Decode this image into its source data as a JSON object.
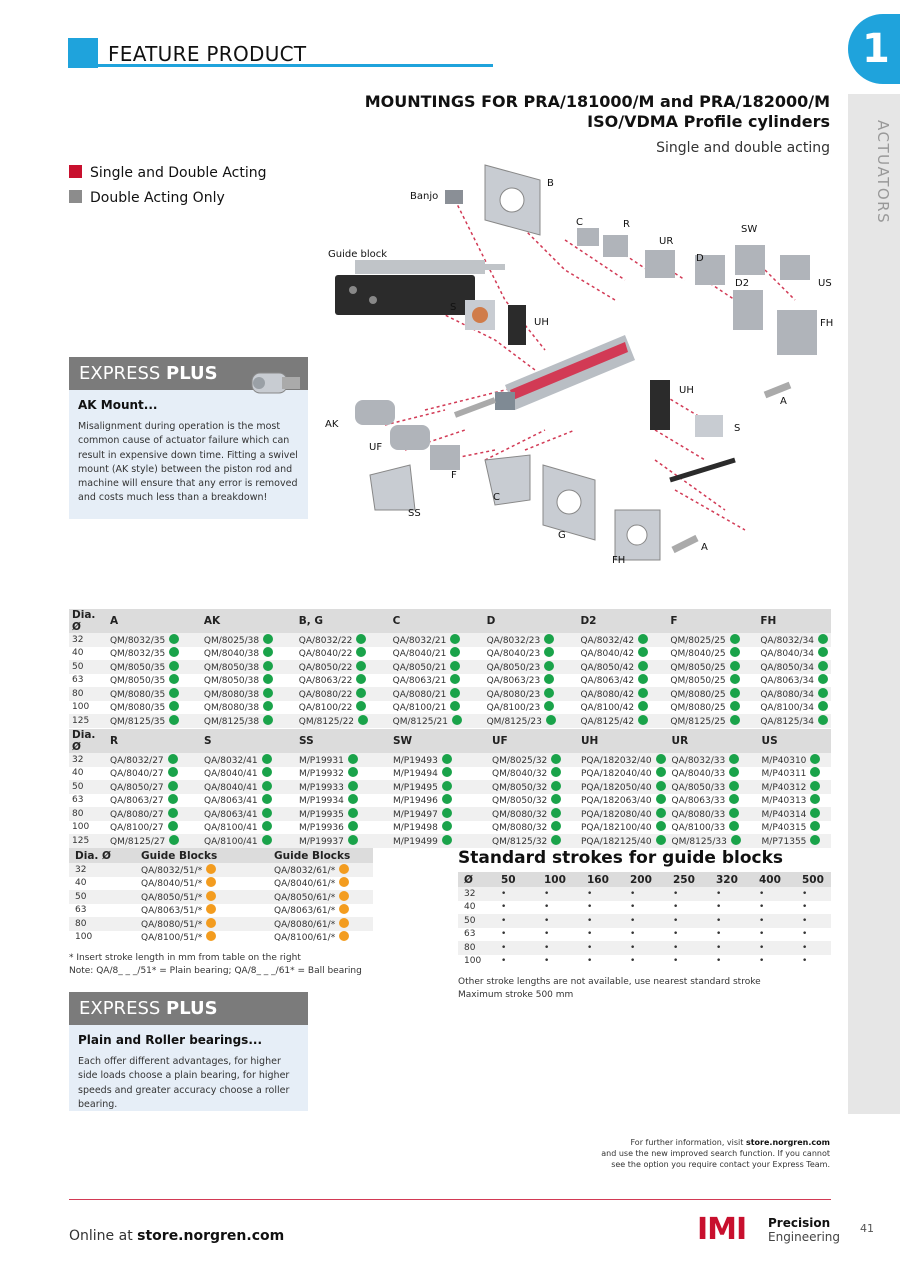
{
  "header": {
    "title": "FEATURE PRODUCT",
    "tab_number": "1",
    "side_label": "ACTUATORS"
  },
  "title": {
    "line1": "MOUNTINGS FOR PRA/181000/M and PRA/182000/M",
    "line2": "ISO/VDMA Profile cylinders",
    "subtitle": "Single and double acting"
  },
  "legend": [
    {
      "label": "Single and Double Acting",
      "color": "#c8102e"
    },
    {
      "label": "Double Acting Only",
      "color": "#8c8c8c"
    }
  ],
  "diagram_labels": {
    "banjo": "Banjo",
    "b": "B",
    "c1": "C",
    "r": "R",
    "ur": "UR",
    "sw": "SW",
    "d": "D",
    "d2": "D2",
    "us": "US",
    "fh1": "FH",
    "guide": "Guide block",
    "s1": "S",
    "uh1": "UH",
    "uh2": "UH",
    "a1": "A",
    "s2": "S",
    "ak": "AK",
    "uf": "UF",
    "f": "F",
    "c2": "C",
    "ss": "SS",
    "g": "G",
    "fh2": "FH",
    "a2": "A"
  },
  "express1": {
    "head_a": "EXPRESS ",
    "head_b": "PLUS",
    "sub": "AK Mount...",
    "text": "Misalignment during operation is the most common cause of actuator failure which can result in expensive down time. Fitting a swivel mount (AK style) between the piston rod and machine will ensure that any error is removed and costs much less than a breakdown!"
  },
  "express2": {
    "head_a": "EXPRESS ",
    "head_b": "PLUS",
    "sub": "Plain and Roller bearings...",
    "text": "Each offer different advantages, for higher side loads choose a plain bearing, for higher speeds and greater accuracy choose a roller bearing."
  },
  "colors": {
    "green": "#1aa34a",
    "orange": "#f39c1f",
    "blue": "#1fa3dc",
    "red": "#c8102e"
  },
  "table1": {
    "headers": [
      "Dia. Ø",
      "A",
      "AK",
      "B, G",
      "C",
      "D",
      "D2",
      "F",
      "FH"
    ],
    "rows": [
      [
        "32",
        "QM/8032/35",
        "QM/8025/38",
        "QA/8032/22",
        "QA/8032/21",
        "QA/8032/23",
        "QA/8032/42",
        "QM/8025/25",
        "QA/8032/34"
      ],
      [
        "40",
        "QM/8032/35",
        "QM/8040/38",
        "QA/8040/22",
        "QA/8040/21",
        "QA/8040/23",
        "QA/8040/42",
        "QM/8040/25",
        "QA/8040/34"
      ],
      [
        "50",
        "QM/8050/35",
        "QM/8050/38",
        "QA/8050/22",
        "QA/8050/21",
        "QA/8050/23",
        "QA/8050/42",
        "QM/8050/25",
        "QA/8050/34"
      ],
      [
        "63",
        "QM/8050/35",
        "QM/8050/38",
        "QA/8063/22",
        "QA/8063/21",
        "QA/8063/23",
        "QA/8063/42",
        "QM/8050/25",
        "QA/8063/34"
      ],
      [
        "80",
        "QM/8080/35",
        "QM/8080/38",
        "QA/8080/22",
        "QA/8080/21",
        "QA/8080/23",
        "QA/8080/42",
        "QM/8080/25",
        "QA/8080/34"
      ],
      [
        "100",
        "QM/8080/35",
        "QM/8080/38",
        "QA/8100/22",
        "QA/8100/21",
        "QA/8100/23",
        "QA/8100/42",
        "QM/8080/25",
        "QA/8100/34"
      ],
      [
        "125",
        "QM/8125/35",
        "QM/8125/38",
        "QM/8125/22",
        "QM/8125/21",
        "QM/8125/23",
        "QA/8125/42",
        "QM/8125/25",
        "QA/8125/34"
      ]
    ]
  },
  "table2": {
    "headers": [
      "Dia. Ø",
      "R",
      "S",
      "SS",
      "SW",
      "UF",
      "UH",
      "UR",
      "US"
    ],
    "rows": [
      [
        "32",
        "QA/8032/27",
        "QA/8032/41",
        "M/P19931",
        "M/P19493",
        "QM/8025/32",
        "PQA/182032/40",
        "QA/8032/33",
        "M/P40310"
      ],
      [
        "40",
        "QA/8040/27",
        "QA/8040/41",
        "M/P19932",
        "M/P19494",
        "QM/8040/32",
        "PQA/182040/40",
        "QA/8040/33",
        "M/P40311"
      ],
      [
        "50",
        "QA/8050/27",
        "QA/8040/41",
        "M/P19933",
        "M/P19495",
        "QM/8050/32",
        "PQA/182050/40",
        "QA/8050/33",
        "M/P40312"
      ],
      [
        "63",
        "QA/8063/27",
        "QA/8063/41",
        "M/P19934",
        "M/P19496",
        "QM/8050/32",
        "PQA/182063/40",
        "QA/8063/33",
        "M/P40313"
      ],
      [
        "80",
        "QA/8080/27",
        "QA/8063/41",
        "M/P19935",
        "M/P19497",
        "QM/8080/32",
        "PQA/182080/40",
        "QA/8080/33",
        "M/P40314"
      ],
      [
        "100",
        "QA/8100/27",
        "QA/8100/41",
        "M/P19936",
        "M/P19498",
        "QM/8080/32",
        "PQA/182100/40",
        "QA/8100/33",
        "M/P40315"
      ],
      [
        "125",
        "QM/8125/27",
        "QA/8100/41",
        "M/P19937",
        "M/P19499",
        "QM/8125/32",
        "PQA/182125/40",
        "QM/8125/33",
        "M/P71355"
      ]
    ]
  },
  "guide_table": {
    "headers": [
      "Dia. Ø",
      "Guide Blocks",
      "Guide Blocks"
    ],
    "rows": [
      [
        "32",
        "QA/8032/51/*",
        "QA/8032/61/*"
      ],
      [
        "40",
        "QA/8040/51/*",
        "QA/8040/61/*"
      ],
      [
        "50",
        "QA/8050/51/*",
        "QA/8050/61/*"
      ],
      [
        "63",
        "QA/8063/51/*",
        "QA/8063/61/*"
      ],
      [
        "80",
        "QA/8080/51/*",
        "QA/8080/61/*"
      ],
      [
        "100",
        "QA/8100/51/*",
        "QA/8100/61/*"
      ]
    ]
  },
  "notes": {
    "line1": "* Insert stroke length in mm from table on the right",
    "line2": "Note: QA/8_ _ _/51* = Plain bearing; QA/8_ _ _/61* = Ball bearing"
  },
  "strokes": {
    "title": "Standard strokes for guide blocks",
    "headers": [
      "Ø",
      "50",
      "100",
      "160",
      "200",
      "250",
      "320",
      "400",
      "500"
    ],
    "rows": [
      [
        "32",
        "•",
        "•",
        "•",
        "•",
        "•",
        "•",
        "•",
        "•"
      ],
      [
        "40",
        "•",
        "•",
        "•",
        "•",
        "•",
        "•",
        "•",
        "•"
      ],
      [
        "50",
        "•",
        "•",
        "•",
        "•",
        "•",
        "•",
        "•",
        "•"
      ],
      [
        "63",
        "•",
        "•",
        "•",
        "•",
        "•",
        "•",
        "•",
        "•"
      ],
      [
        "80",
        "•",
        "•",
        "•",
        "•",
        "•",
        "•",
        "•",
        "•"
      ],
      [
        "100",
        "•",
        "•",
        "•",
        "•",
        "•",
        "•",
        "•",
        "•"
      ]
    ],
    "note1": "Other stroke lengths are not available, use nearest standard stroke",
    "note2": "Maximum stroke 500 mm"
  },
  "footer": {
    "info1a": "For further information, visit ",
    "info1b": "store.norgren.com",
    "info2": "and use the new improved search function. If you cannot",
    "info3": "see the option you require contact your Express Team.",
    "online_a": "Online at ",
    "online_b": "store.norgren.com",
    "logo": "IMI",
    "logo_line1": "Precision",
    "logo_line2": "Engineering",
    "page": "41"
  }
}
